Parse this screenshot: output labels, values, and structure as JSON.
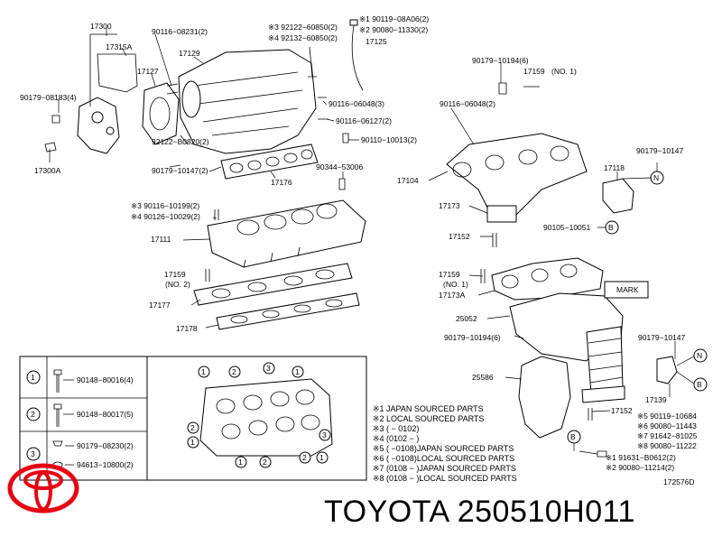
{
  "diagram": {
    "top_left_labels": {
      "p17300": "17300",
      "p17315A": "17315A",
      "p17127": "17127",
      "p17129": "17129",
      "p90116_08231": "90116−08231(2)",
      "p90179_08183": "90179−08183(4)",
      "p92122_B0820": "92122−B0820(2)",
      "p90179_10147a": "90179−10147(2)",
      "p17300A": "17300A",
      "p17176": "17176"
    },
    "top_center_labels": {
      "n3_92122": "※3 92122−60850(2)",
      "n4_92132": "※4 92132−60850(2)",
      "n1_90119": "※1 90119−08A06(2)",
      "n2_90080": "※2 90080−11330(2)",
      "p17125": "17125",
      "p90116_06048a": "90116−06048(3)",
      "p90116_06127": "90116−06127(2)",
      "p90110_10013": "90110−10013(2)",
      "p90344_53006": "90344−53006"
    },
    "middle_labels": {
      "n3_90116": "※3 90116−10199(2)",
      "n4_90126": "※4 90126−10029(2)",
      "p17111": "17111",
      "p17159a": "17159",
      "no2": "(NO. 2)",
      "p17177": "17177",
      "p17178": "17178"
    },
    "right_labels": {
      "p90179_10194a": "90179−10194(6)",
      "p17159b": "17159",
      "no1": "(NO. 1)",
      "p90116_06048b": "90116−06048(2)",
      "p17104": "17104",
      "p17173": "17173",
      "p17152a": "17152",
      "p90179_10147b": "90179−10147",
      "p17118": "17118",
      "callout_n": "N",
      "p90105_10051": "90105−10051",
      "callout_b": "B",
      "p17159c": "17159",
      "no1b": "(NO. 1)",
      "p17173A": "17173A",
      "mark": "MARK",
      "p25052": "25052",
      "p90179_10194b": "90179−10194(6)",
      "p90179_10147c": "90179−10147",
      "p25586": "25586",
      "p17139": "17139",
      "p17152b": "17152"
    },
    "legend": {
      "c1": "1",
      "c2": "2",
      "c3": "3",
      "r1": "90148−80016(4)",
      "r2": "90148−80017(5)",
      "r3a": "90179−08230(2)",
      "r3b": "94613−10800(2)"
    },
    "notes": {
      "n1": "※1 JAPAN SOURCED PARTS",
      "n2": "※2 LOCAL SOURCED PARTS",
      "n3": "※3 (          − 0102)",
      "n4": "※4 (0102  −          )",
      "n5": "※5 (          −0108)JAPAN SOURCED PARTS",
      "n6": "※6 (          −0108)LOCAL SOURCED PARTS",
      "n7": "※7 (0108   −        )JAPAN SOURCED PARTS",
      "n8": "※8 (0108   −        )LOCAL SOURCED PARTS"
    },
    "bottom_right_notes": {
      "n5": "※5 90119−10684",
      "n6": "※6 90080−11443",
      "n7": "※7 91642−81025",
      "n8": "※8 90080−11222",
      "n1": "※1 91631−B0612(2)",
      "n2": "※2 90080−11214(2)",
      "callout_b": "B"
    },
    "drawing_code": "172576D"
  },
  "footer": {
    "title": "TOYOTA 250510H011"
  },
  "colors": {
    "line": "#000000",
    "logo": "#e60012",
    "background": "#ffffff"
  }
}
